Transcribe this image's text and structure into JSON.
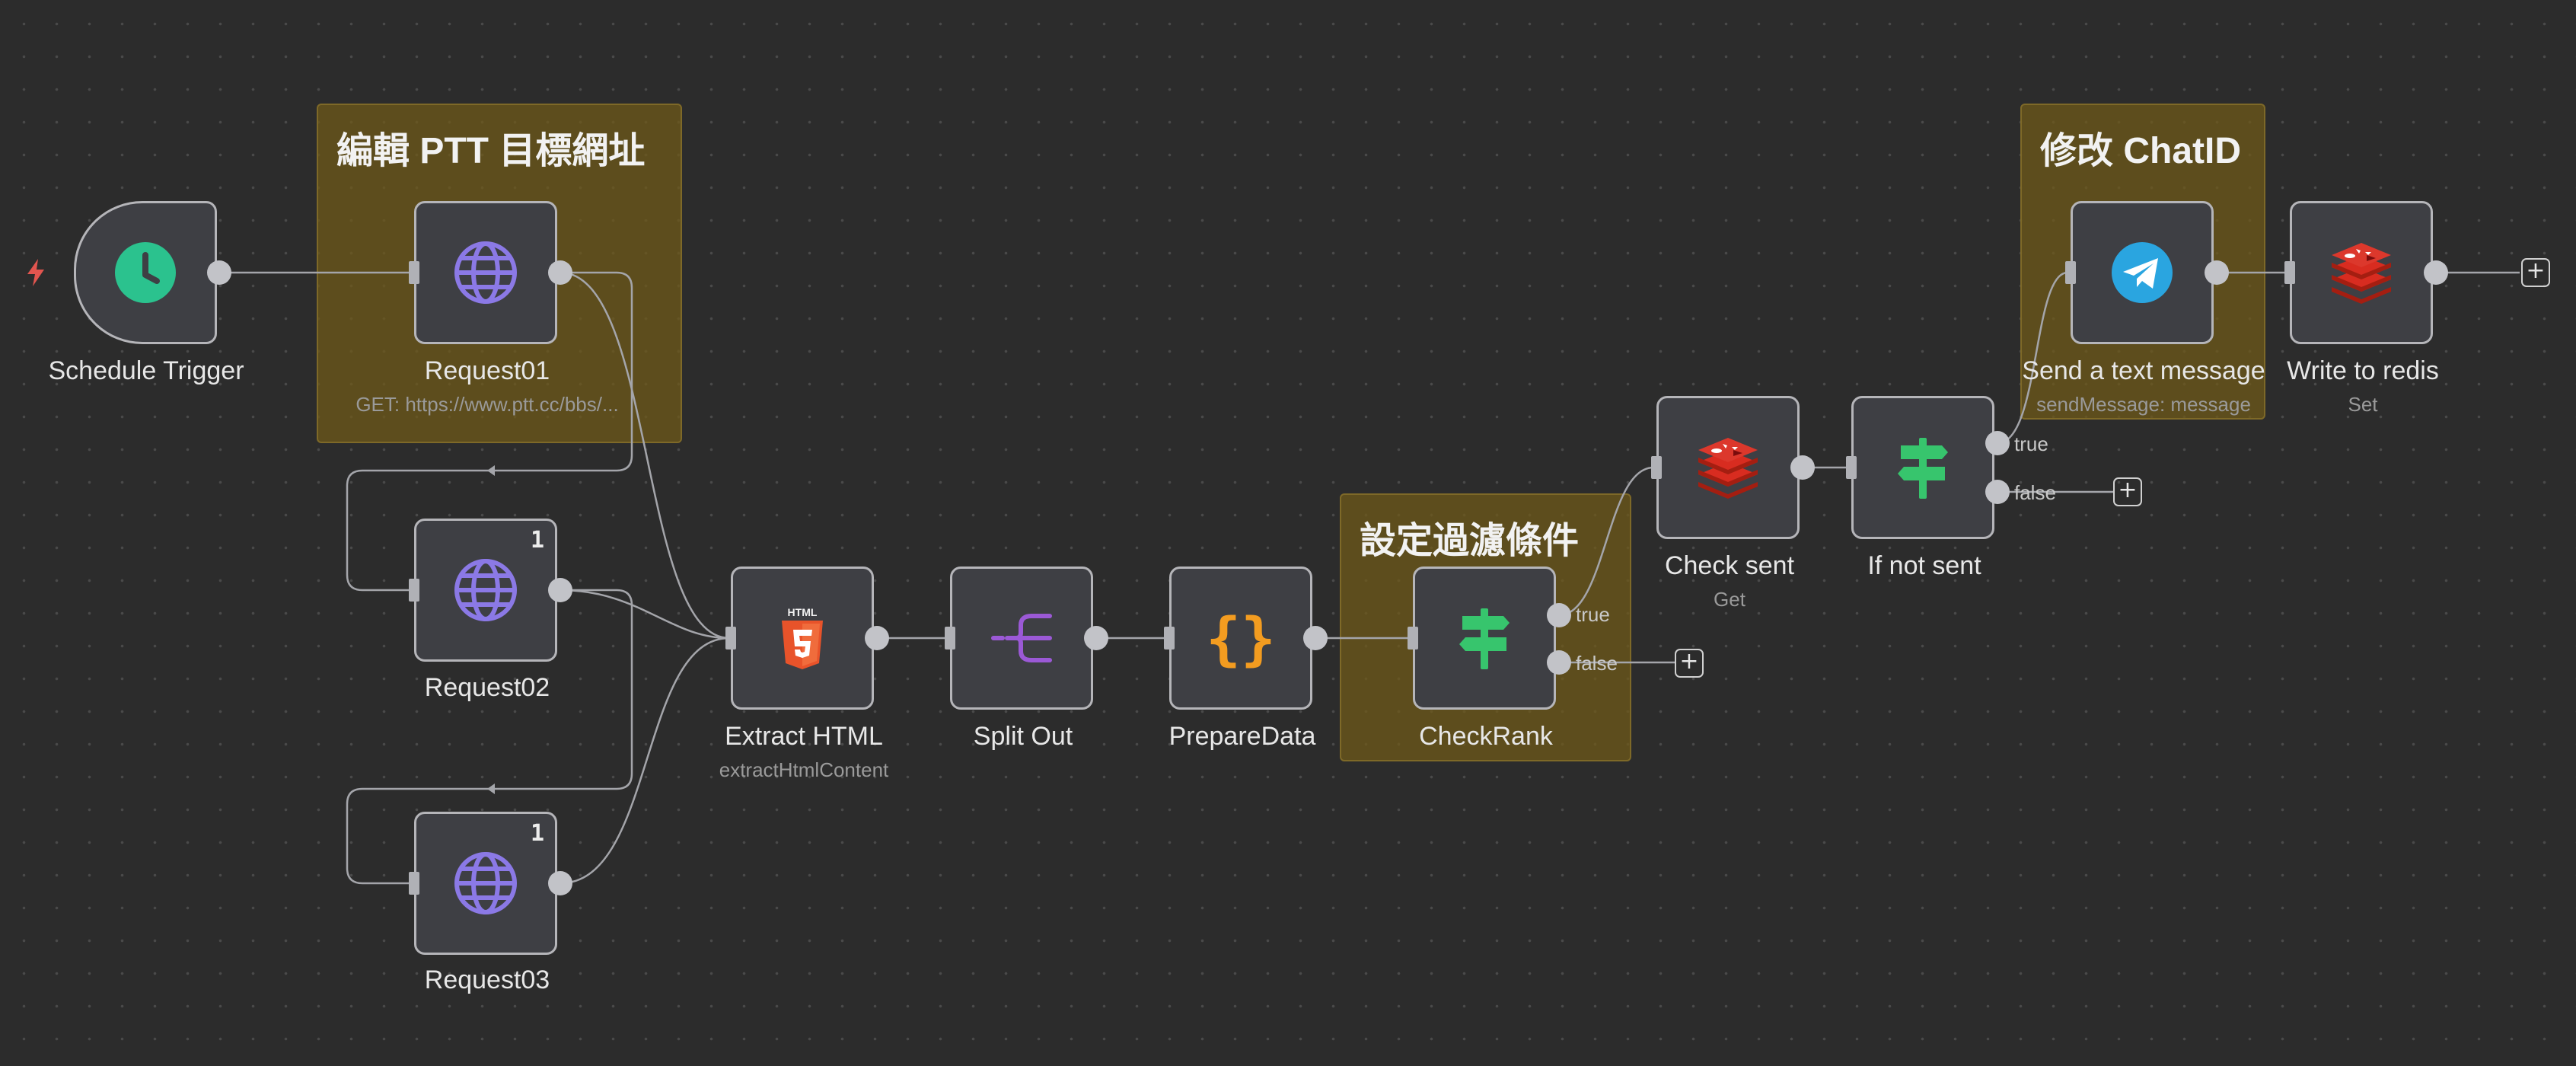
{
  "stickies": {
    "ptt": "編輯 PTT 目標網址",
    "filter": "設定過濾條件",
    "chat": "修改 ChatID"
  },
  "nodes": {
    "schedule": {
      "label": "Schedule Trigger"
    },
    "request01": {
      "label": "Request01",
      "subtitle": "GET: https://www.ptt.cc/bbs/..."
    },
    "request02": {
      "label": "Request02",
      "badge": "1"
    },
    "request03": {
      "label": "Request03",
      "badge": "1"
    },
    "extract": {
      "label": "Extract HTML",
      "subtitle": "extractHtmlContent"
    },
    "split": {
      "label": "Split Out"
    },
    "prepare": {
      "label": "PrepareData"
    },
    "checkrank": {
      "label": "CheckRank",
      "true_label": "true",
      "false_label": "false"
    },
    "checksent": {
      "label": "Check sent",
      "subtitle": "Get"
    },
    "ifnotsent": {
      "label": "If not sent",
      "true_label": "true",
      "false_label": "false"
    },
    "telegram": {
      "label": "Send a text message",
      "subtitle": "sendMessage: message"
    },
    "redis_write": {
      "label": "Write to redis",
      "subtitle": "Set"
    }
  },
  "icons": {
    "trigger": "lightning-bolt-icon",
    "schedule": "clock-icon",
    "http": "globe-icon",
    "extract": "html5-icon",
    "split": "split-out-icon",
    "prepare": "curly-braces-icon",
    "if": "signpost-icon",
    "redis": "redis-icon",
    "telegram": "telegram-icon"
  },
  "colors": {
    "canvas": "#2c2c2c",
    "node_bg": "#3e3f44",
    "node_border": "#b5b5b9",
    "sticky": "#705a18",
    "schedule_green": "#2bc28e",
    "globe_purple": "#8b79e6",
    "html_orange": "#e8532a",
    "split_purple": "#9b59d6",
    "braces_orange": "#f39c20",
    "if_green": "#37c56d",
    "redis_red": "#d82c20",
    "telegram_blue": "#2aa5e0"
  },
  "add_button": "+"
}
